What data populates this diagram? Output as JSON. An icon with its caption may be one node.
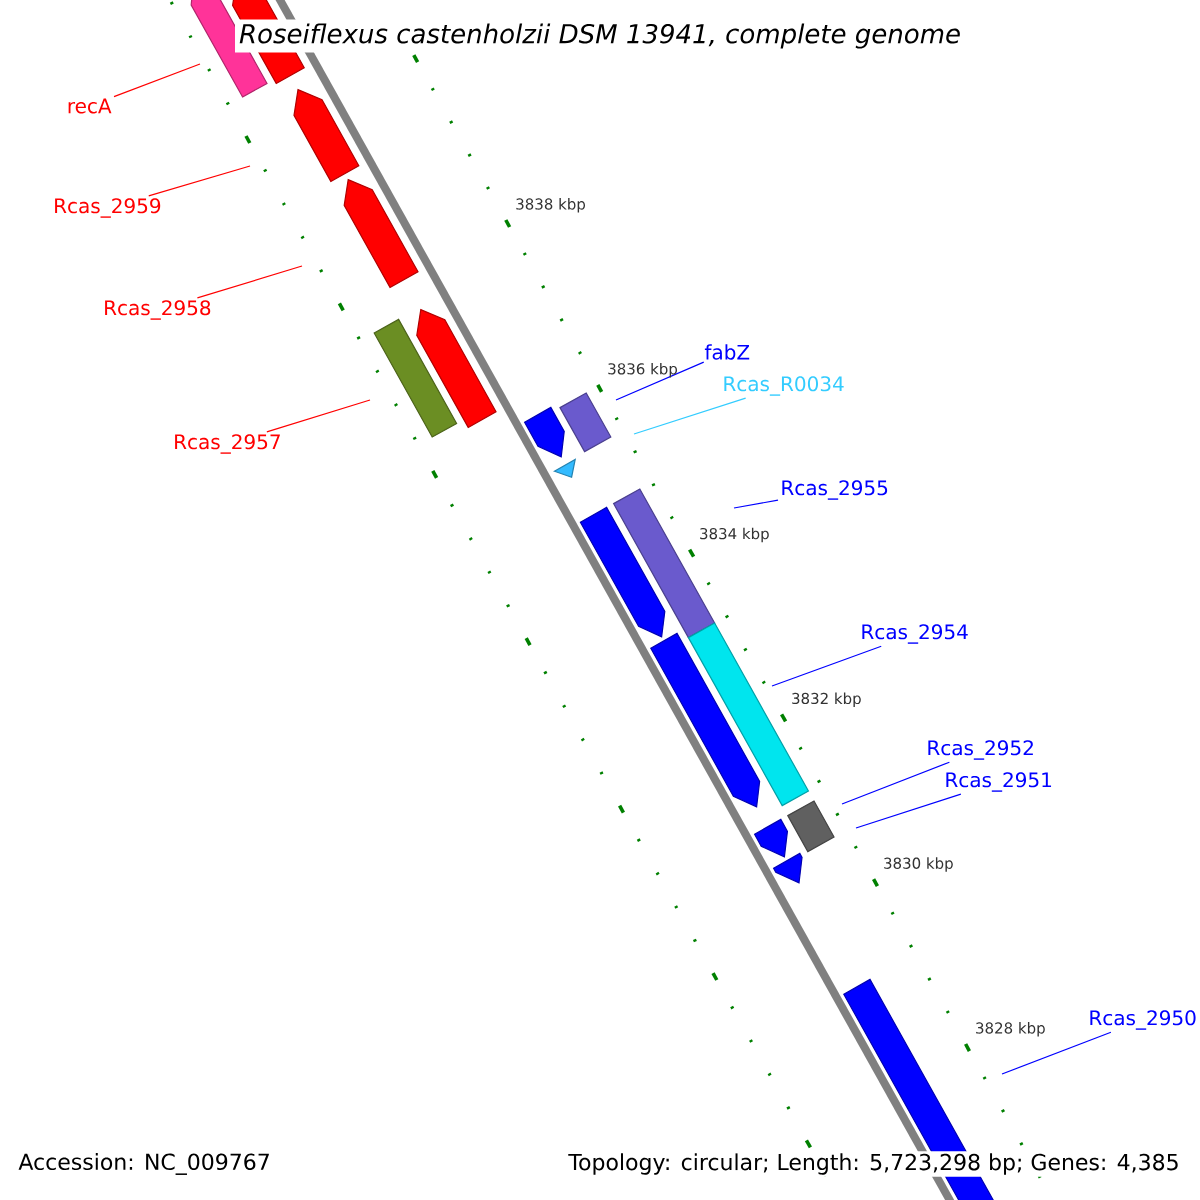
{
  "diagram": {
    "title": "Roseiflexus castenholzii DSM 13941, complete genome",
    "nodes": [
      {
        "text": [
          "recA"
        ]
      },
      {
        "text": [
          "Rcas_2959"
        ]
      },
      {
        "text": [
          "Rcas_2958"
        ]
      },
      {
        "text": [
          "Rcas_2957"
        ]
      },
      {
        "text": [
          "fabZ"
        ]
      },
      {
        "text": [
          "Rcas_R0034"
        ]
      },
      {
        "text": [
          "Rcas_2955"
        ]
      },
      {
        "text": [
          "Rcas_2954"
        ]
      },
      {
        "text": [
          "Rcas_2952"
        ]
      },
      {
        "text": [
          "Rcas_2951"
        ]
      },
      {
        "text": [
          "Rcas_2950"
        ]
      }
    ],
    "edges": [
      {
        "from": 0,
        "to": null,
        "arrow": "none",
        "color": "#ff0000"
      },
      {
        "from": 1,
        "to": null,
        "arrow": "none",
        "color": "#ff0000"
      },
      {
        "from": 2,
        "to": null,
        "arrow": "none",
        "color": "#ff0000"
      },
      {
        "from": 3,
        "to": null,
        "arrow": "none",
        "color": "#ff0000"
      },
      {
        "from": 4,
        "to": null,
        "arrow": "none"
      },
      {
        "from": 5,
        "to": null,
        "arrow": "none",
        "color": "#33ccff"
      },
      {
        "from": 6,
        "to": null,
        "arrow": "none"
      },
      {
        "from": 7,
        "to": null,
        "arrow": "none"
      },
      {
        "from": 8,
        "to": null,
        "arrow": "none"
      },
      {
        "from": 9,
        "to": null,
        "arrow": "none"
      },
      {
        "from": 10,
        "to": null,
        "arrow": "none"
      }
    ],
    "labels": [
      "3838 kbp",
      "3836 kbp",
      "3834 kbp",
      "3832 kbp",
      "3830 kbp",
      "3828 kbp",
      "Accession: NC_009767",
      "Topology: circular; Length: 5,723,298 bp; Genes: 4,385"
    ]
  }
}
